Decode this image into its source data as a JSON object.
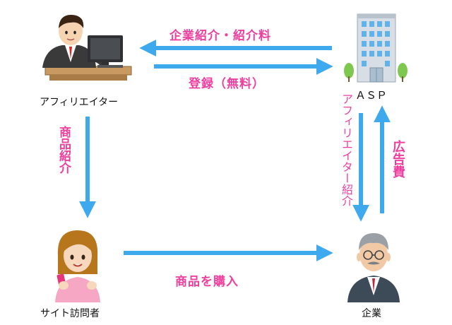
{
  "nodes": {
    "affiliate": "アフィリエイター",
    "asp": "ＡＳＰ",
    "visitor": "サイト訪問者",
    "company": "企業"
  },
  "edges": {
    "asp_to_affiliate": "企業紹介・紹介料",
    "affiliate_to_asp": "登録（無料）",
    "affiliate_to_visitor": "商品紹介",
    "visitor_to_company": "商品を購入",
    "asp_to_company": "アフィリエイター紹介",
    "company_to_asp": "広告費"
  },
  "colors": {
    "arrow": "#3fa9ee",
    "label": "#ee3f9f"
  }
}
